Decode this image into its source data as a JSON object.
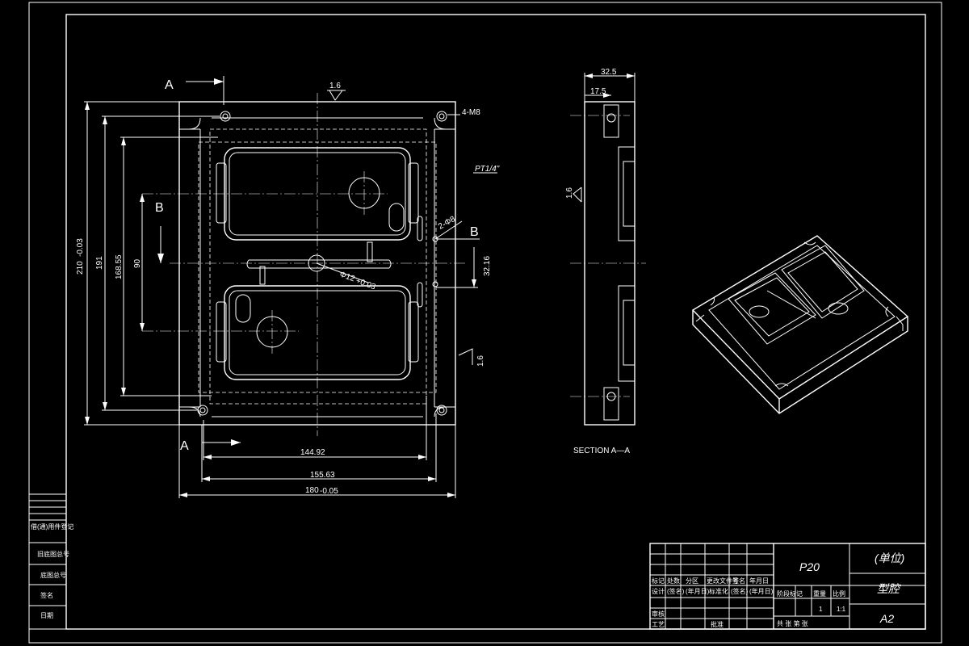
{
  "drawing": {
    "section_label_A": "A",
    "section_label_B": "B",
    "roughness_top": "1.6",
    "roughness_right": "1.6",
    "roughness_side": "1.6",
    "thread_note": "4-M8",
    "pipe_note": "PT1/4\"",
    "hole_note": "2-Φ8",
    "bore_note": "Φ12",
    "bore_tol": "+0.03",
    "dims": {
      "d14492": "144.92",
      "d15563": "155.63",
      "d180": "180",
      "d180_tol": "-0.05",
      "d210": "210",
      "d210_tol": "-0.03",
      "d191": "191",
      "d16855": "168.55",
      "d90": "90",
      "d3216": "32.16",
      "d325": "32.5",
      "d175": "17.5"
    },
    "section_caption": "SECTION A—A"
  },
  "title_block": {
    "material": "P20",
    "unit": "(单位)",
    "part_name": "型腔",
    "sheet_size": "A2",
    "scale": "1:1",
    "qty": "1",
    "header_row": [
      "标记",
      "处数",
      "分区",
      "更改文件号",
      "签名",
      "年月日"
    ],
    "row_design": [
      "设计",
      "(签名)",
      "(年月日)",
      "标准化",
      "(签名)",
      "(年月日)"
    ],
    "row_check": [
      "审核"
    ],
    "row_process": [
      "工艺",
      "批准"
    ],
    "stage_labels": [
      "阶段标记",
      "重量",
      "比例"
    ],
    "sheet_row": "共  张  第  张"
  },
  "side_strip": [
    "借(通)用件登记",
    "旧底图总号",
    "底图总号",
    "签名",
    "日期"
  ]
}
